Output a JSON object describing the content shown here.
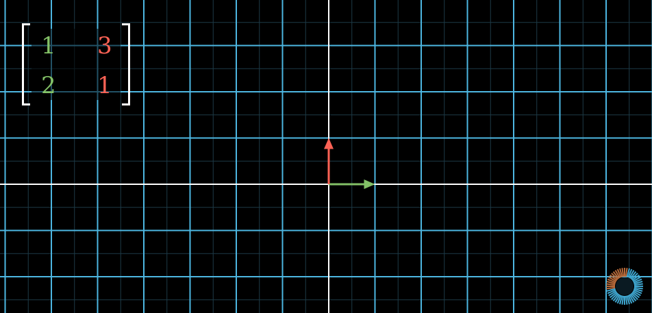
{
  "colors": {
    "background": "#000000",
    "grid_major": "#4db7e2",
    "grid_minor": "#1d3a47",
    "axes": "#ffffff",
    "i_hat": "#83c167",
    "j_hat": "#fc6255"
  },
  "matrix": {
    "col1": [
      "1",
      "2"
    ],
    "col2": [
      "3",
      "1"
    ]
  },
  "loader": {
    "icon": "loading-spinner-icon"
  }
}
